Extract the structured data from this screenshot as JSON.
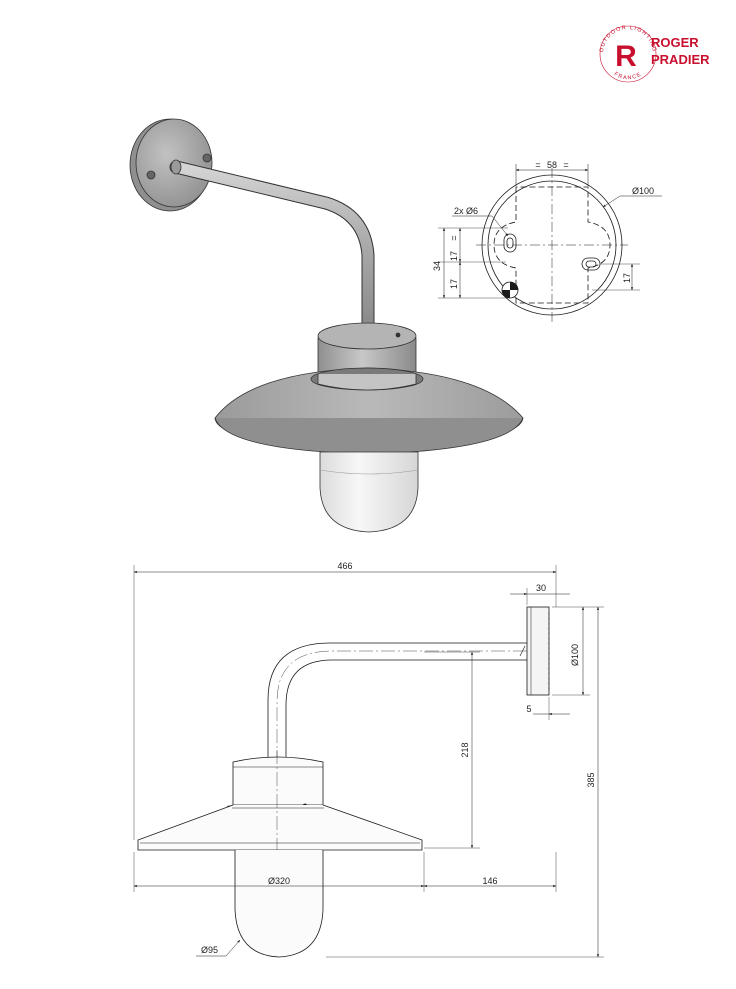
{
  "brand": {
    "line1": "ROGER",
    "line2": "PRADIER",
    "monogram": "R",
    "ring_top": "OUTDOOR LIGHTING",
    "ring_bottom": "FRANCE",
    "color": "#c8102e"
  },
  "base_detail": {
    "width_58": "58",
    "diameter_100": "Ø100",
    "holes": "2x Ø6",
    "v17_a": "17",
    "v34": "34",
    "v17_b": "17",
    "v17_right": "17",
    "eq": "="
  },
  "side_view": {
    "total_width": "466",
    "plate_depth": "30",
    "plate_diameter": "Ø100",
    "plate_thickness": "5",
    "drop_height": "218",
    "total_height": "385",
    "shade_diameter": "Ø320",
    "shade_offset": "146",
    "globe_diameter": "Ø95"
  },
  "colors": {
    "metal": "#aeaeae",
    "metal_dark": "#8c8c8c",
    "metal_light": "#cfcfcf",
    "glass": "#efefef",
    "line": "#1a1a1a"
  }
}
